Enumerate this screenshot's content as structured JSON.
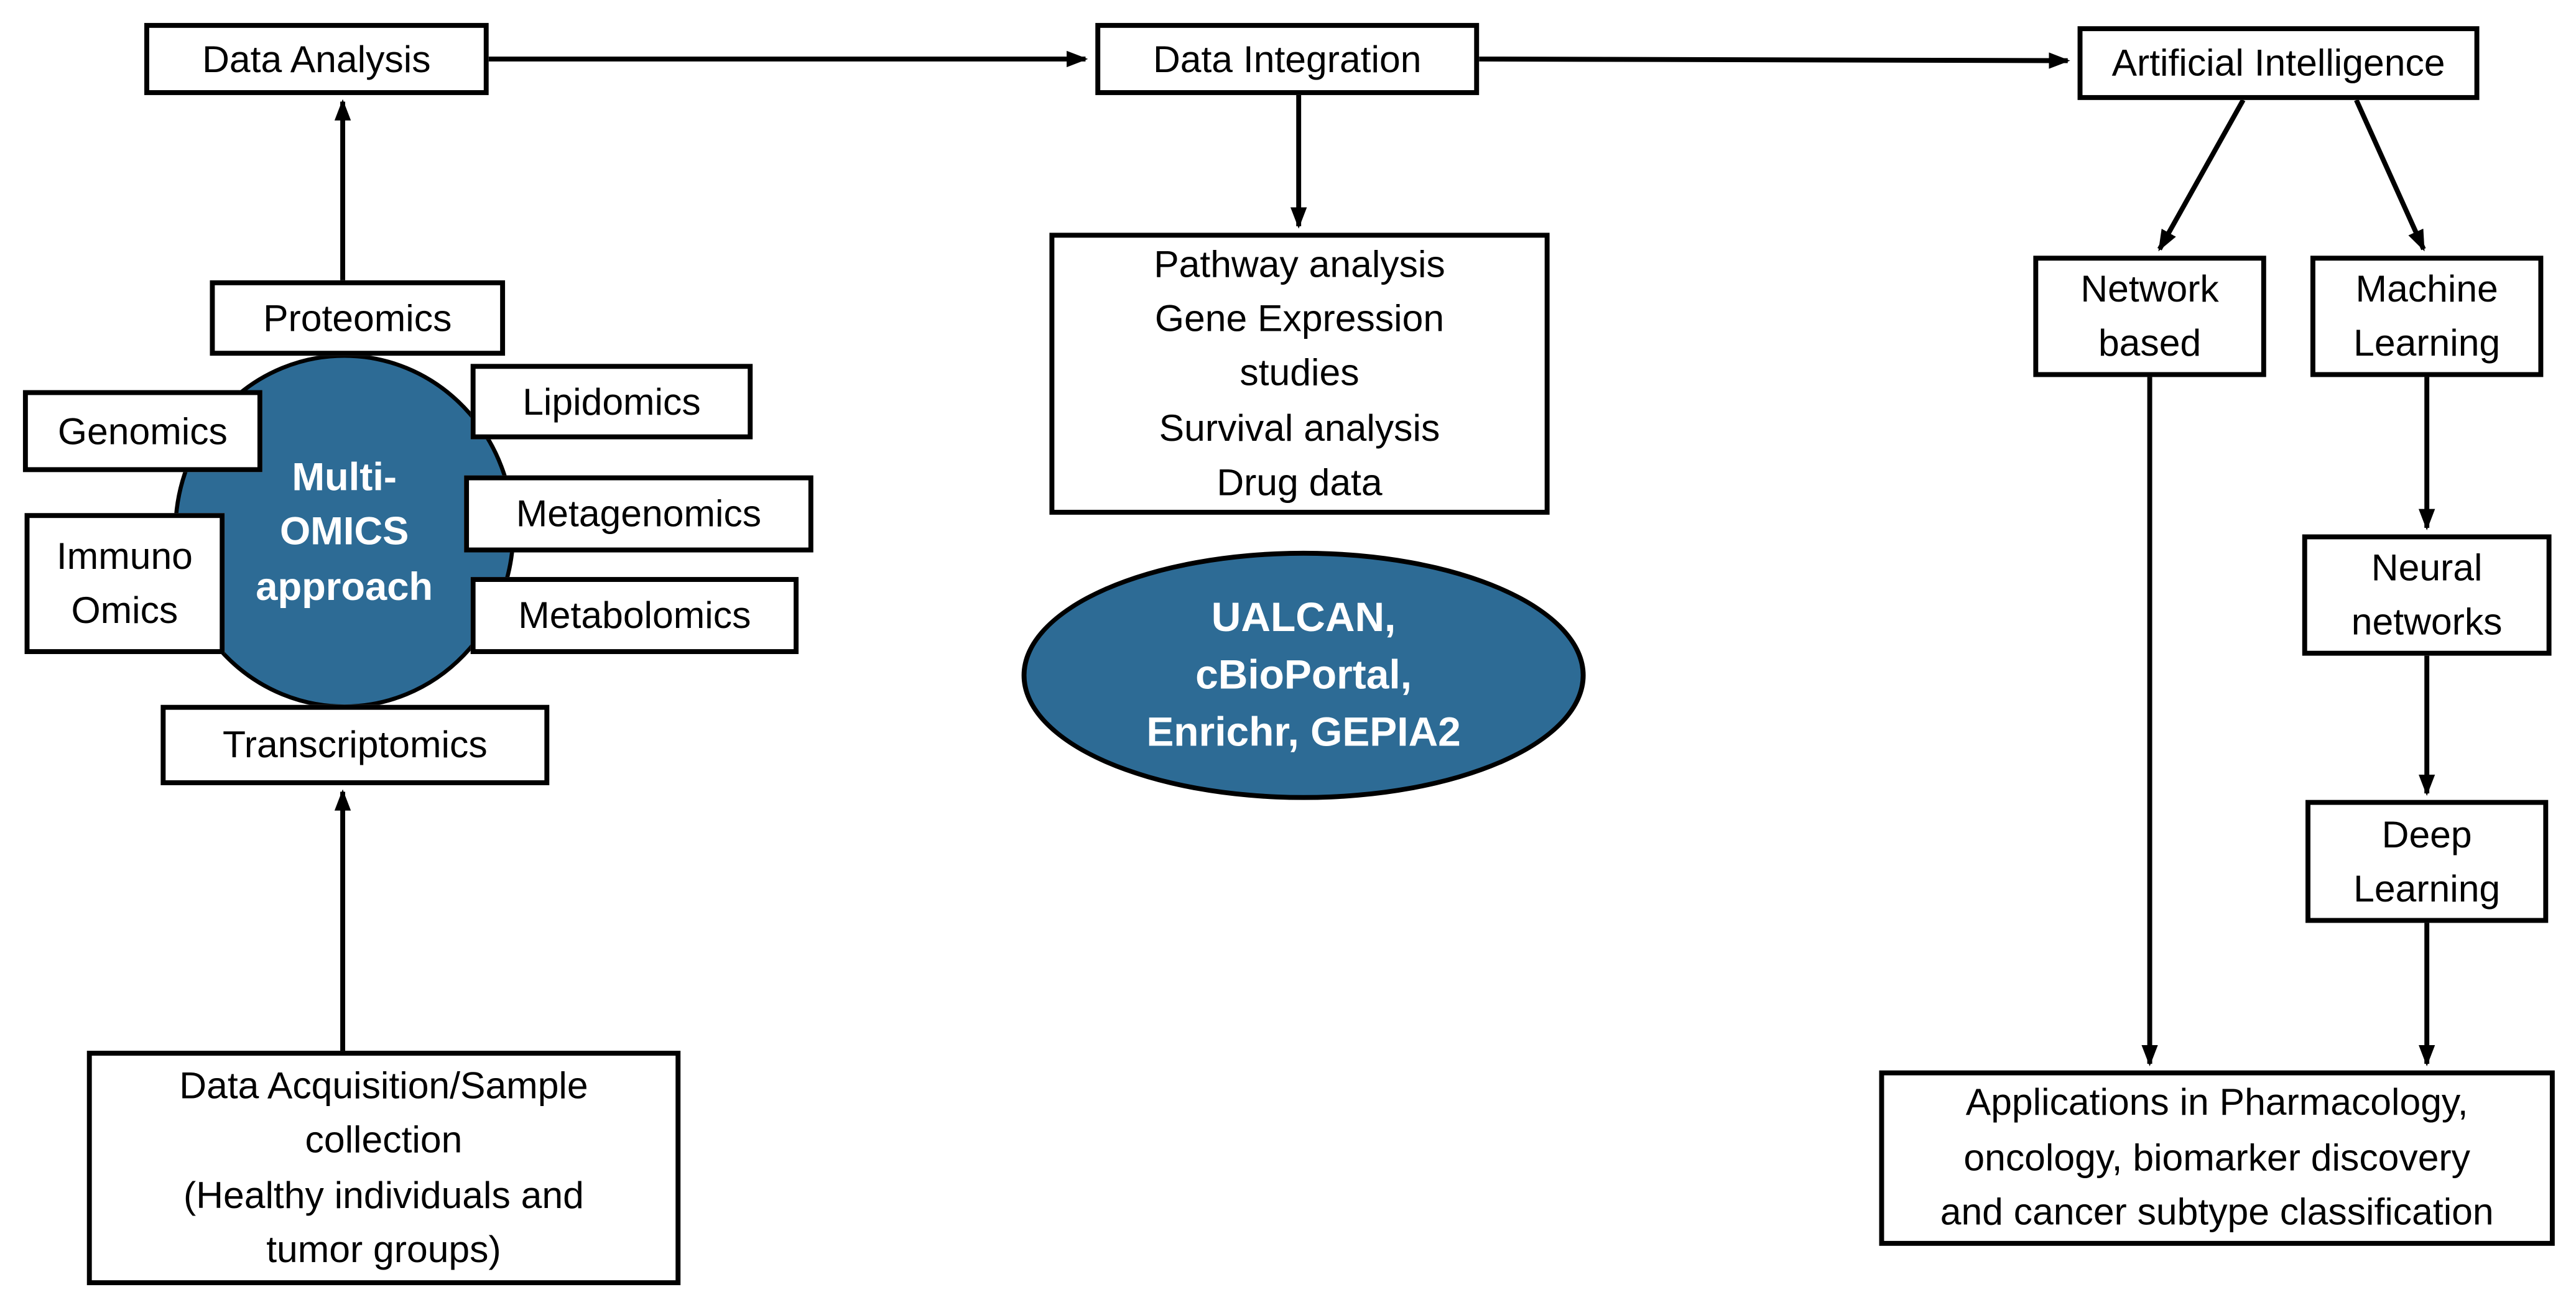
{
  "nodes": {
    "data_analysis": {
      "label": "Data Analysis"
    },
    "data_integration": {
      "label": "Data Integration"
    },
    "artificial_intelligence": {
      "label": "Artificial Intelligence"
    },
    "proteomics": {
      "label": "Proteomics"
    },
    "genomics": {
      "label": "Genomics"
    },
    "lipidomics": {
      "label": "Lipidomics"
    },
    "immuno_omics": {
      "label": "Immuno\nOmics"
    },
    "metagenomics": {
      "label": "Metagenomics"
    },
    "metabolomics": {
      "label": "Metabolomics"
    },
    "multi_omics": {
      "label": "Multi-\nOMICS\napproach"
    },
    "transcriptomics": {
      "label": "Transcriptomics"
    },
    "data_acquisition": {
      "label": "Data Acquisition/Sample\ncollection\n(Healthy individuals and\ntumor groups)"
    },
    "integration_outputs": {
      "label": "Pathway analysis\nGene Expression\nstudies\nSurvival analysis\nDrug data"
    },
    "tools": {
      "label": "UALCAN,\ncBioPortal,\nEnrichr, GEPIA2"
    },
    "network_based": {
      "label": "Network\nbased"
    },
    "machine_learning": {
      "label": "Machine\nLearning"
    },
    "neural_networks": {
      "label": "Neural\nnetworks"
    },
    "deep_learning": {
      "label": "Deep\nLearning"
    },
    "applications": {
      "label": "Applications in Pharmacology,\noncology, biomarker discovery\nand cancer subtype classification"
    }
  },
  "colors": {
    "accent_fill": "#2d6b95",
    "accent_text": "#ffffff",
    "outline": "#000000",
    "text": "#000000",
    "background": "#ffffff"
  }
}
